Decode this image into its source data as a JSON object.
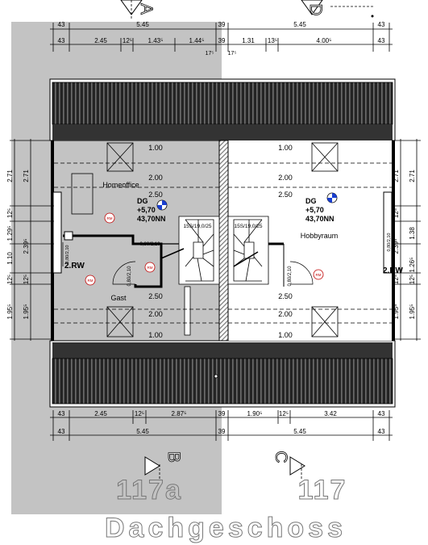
{
  "sections": {
    "top_left": "A",
    "top_right": "D",
    "bottom_left": "B",
    "bottom_right": "C"
  },
  "dims": {
    "top_row1": [
      "43",
      "5.45",
      "39",
      "5.45",
      "43"
    ],
    "top_row2_left": [
      "2.45",
      "12⁵",
      "1.43⁵",
      "1.44⁵",
      "17⁵"
    ],
    "top_row2_right": [
      "17⁵",
      "1.31",
      "13⁵",
      "4.00⁵"
    ],
    "bottom_row1": [
      "43",
      "2.45",
      "12⁵",
      "2.87⁵",
      "39",
      "1.90⁵",
      "12⁵",
      "3.42",
      "43"
    ],
    "bottom_row2": [
      "43",
      "5.45",
      "39",
      "5.45",
      "43"
    ],
    "left_outer": [
      "2.71",
      "12⁵",
      "1.29⁵",
      "1.10",
      "12⁵",
      "1.95⁵"
    ],
    "left_inner": [
      "2.71",
      "2.39⁵",
      "12⁵",
      "1.95⁵"
    ],
    "right_inner": [
      "2.71",
      "12⁵",
      "1.38",
      "1.26⁵",
      "12⁵",
      "1.95⁵"
    ],
    "right_outer": [
      "2.71",
      "2.39⁵",
      "12⁵",
      "1.95⁵"
    ]
  },
  "heights": [
    "1.00",
    "2.00",
    "2.50",
    "2.50",
    "2.00",
    "1.00"
  ],
  "rooms": {
    "homeoffice": "Homeoffice",
    "gast": "Gast",
    "hobbyraum": "Hobbyraum"
  },
  "level": {
    "name": "DG",
    "height": "+5,70",
    "nn": "43,70NN"
  },
  "wall_label": "2.RW",
  "smoke_detector": "RM",
  "stairs": "15S/19,0/25",
  "door_labels": {
    "left": "0,80/2,10",
    "right": "0,80/2,10",
    "small": "0,80/2,10"
  },
  "units": {
    "left": "117a",
    "right": "117"
  },
  "floor_title": "Dachgeschoss"
}
